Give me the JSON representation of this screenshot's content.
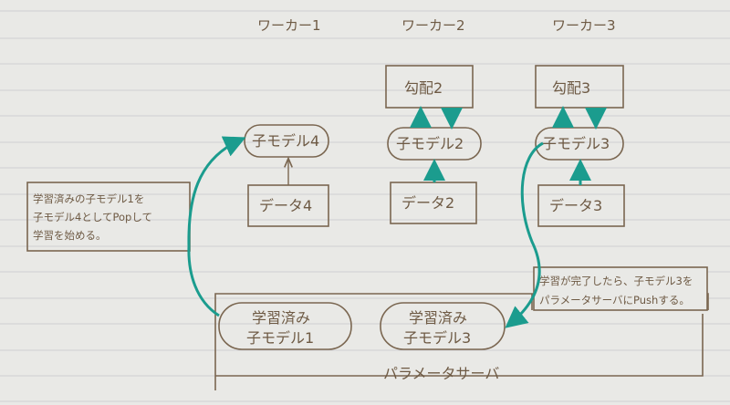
{
  "workers": [
    "ワーカー1",
    "ワーカー2",
    "ワーカー3"
  ],
  "gradients": [
    "勾配2",
    "勾配3"
  ],
  "child_models": [
    "子モデル4",
    "子モデル2",
    "子モデル3"
  ],
  "data_nodes": [
    "データ4",
    "データ2",
    "データ3"
  ],
  "left_note": [
    "学習済みの子モデル1を",
    "子モデル4としてPopして",
    "学習を始める。"
  ],
  "right_note": [
    "学習が完了したら、子モデル3を",
    "パラメータサーバにPushする。"
  ],
  "server": {
    "label": "パラメータサーバ",
    "trained_1": [
      "学習済み",
      "子モデル1"
    ],
    "trained_3": [
      "学習済み",
      "子モデル3"
    ]
  },
  "colors": {
    "ink": "#7a6650",
    "arrow": "#1b9c8e",
    "paper": "#e9e9e6"
  }
}
